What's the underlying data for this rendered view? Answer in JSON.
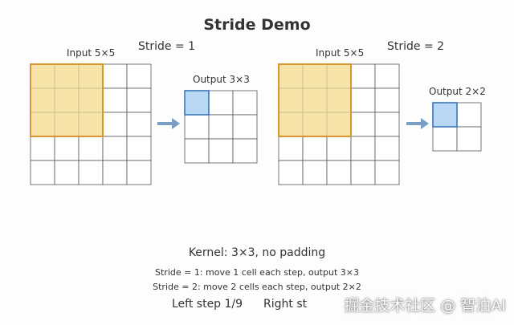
{
  "title": "Stride Demo",
  "panels": [
    {
      "stride_label": "Stride = 1",
      "input_label": "Input 5×5",
      "output_label": "Output 3×3",
      "input_size": 5,
      "kernel_size": 3,
      "output_size": 3,
      "active_output_cell": [
        0,
        0
      ]
    },
    {
      "stride_label": "Stride = 2",
      "input_label": "Input 5×5",
      "output_label": "Output 2×2",
      "input_size": 5,
      "kernel_size": 3,
      "output_size": 2,
      "active_output_cell": [
        0,
        0
      ]
    }
  ],
  "kernel_note": "Kernel: 3×3, no padding",
  "notes": [
    "Stride = 1: move 1 cell each step, output 3×3",
    "Stride = 2: move 2 cells each step, output 2×2"
  ],
  "steps": {
    "left": "Left step 1/9",
    "right": "Right st"
  },
  "watermark": "掘金技术社区 @ 智泊AI",
  "colors": {
    "kernel_fill": "#f5e3a8",
    "kernel_border": "#d9952e",
    "output_active_fill": "#b9d8f5",
    "output_active_border": "#3a76b8",
    "arrow": "#7a9fc4",
    "grid_line": "#555555"
  }
}
